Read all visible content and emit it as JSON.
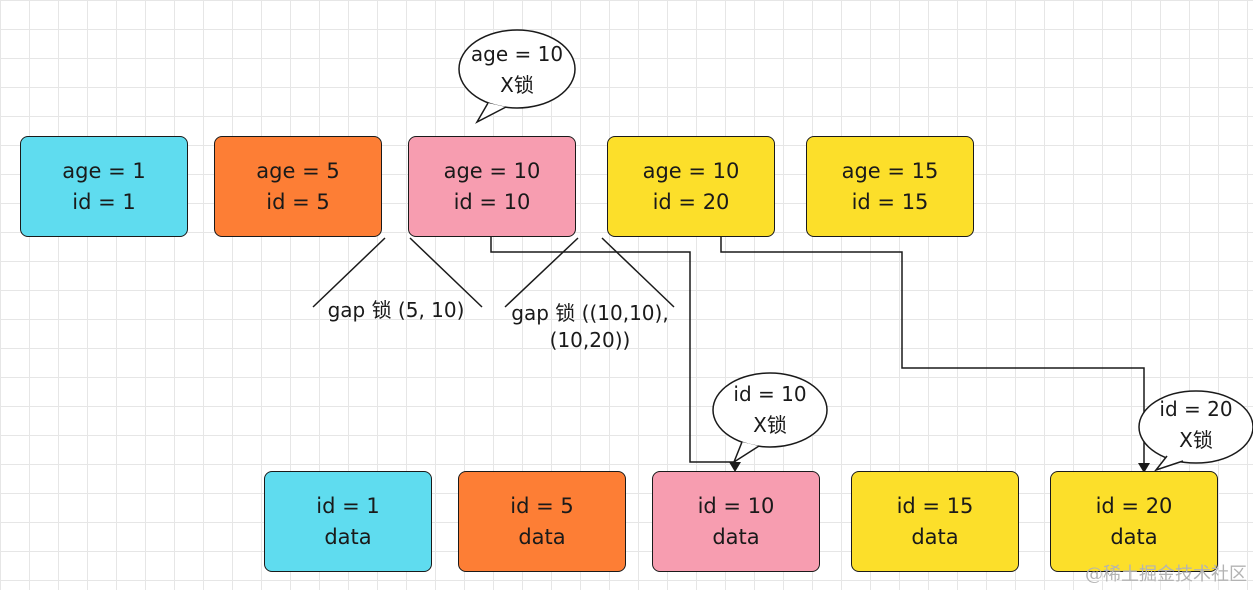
{
  "colors": {
    "cyan": "#5fdcef",
    "orange": "#fd7e35",
    "pink": "#f79db0",
    "yellow": "#fcdf2a",
    "line": "#1a1a1a",
    "grid": "#e6e6e6"
  },
  "index_nodes": [
    {
      "line1": "age = 1",
      "line2": "id = 1",
      "color": "cyan"
    },
    {
      "line1": "age = 5",
      "line2": "id = 5",
      "color": "orange"
    },
    {
      "line1": "age = 10",
      "line2": "id = 10",
      "color": "pink"
    },
    {
      "line1": "age = 10",
      "line2": "id = 20",
      "color": "yellow"
    },
    {
      "line1": "age = 15",
      "line2": "id = 15",
      "color": "yellow"
    }
  ],
  "data_nodes": [
    {
      "line1": "id = 1",
      "line2": "data",
      "color": "cyan"
    },
    {
      "line1": "id = 5",
      "line2": "data",
      "color": "orange"
    },
    {
      "line1": "id = 10",
      "line2": "data",
      "color": "pink"
    },
    {
      "line1": "id = 15",
      "line2": "data",
      "color": "yellow"
    },
    {
      "line1": "id = 20",
      "line2": "data",
      "color": "yellow"
    }
  ],
  "bubbles": [
    {
      "line1": "age = 10",
      "line2": "X锁"
    },
    {
      "line1": "id = 10",
      "line2": "X锁"
    },
    {
      "line1": "id = 20",
      "line2": "X锁"
    }
  ],
  "gap_labels": [
    {
      "line1": "gap 锁 (5, 10)"
    },
    {
      "line1": "gap 锁 ((10,10),",
      "line2": "(10,20))"
    }
  ],
  "watermark": "@稀土掘金技术社区"
}
